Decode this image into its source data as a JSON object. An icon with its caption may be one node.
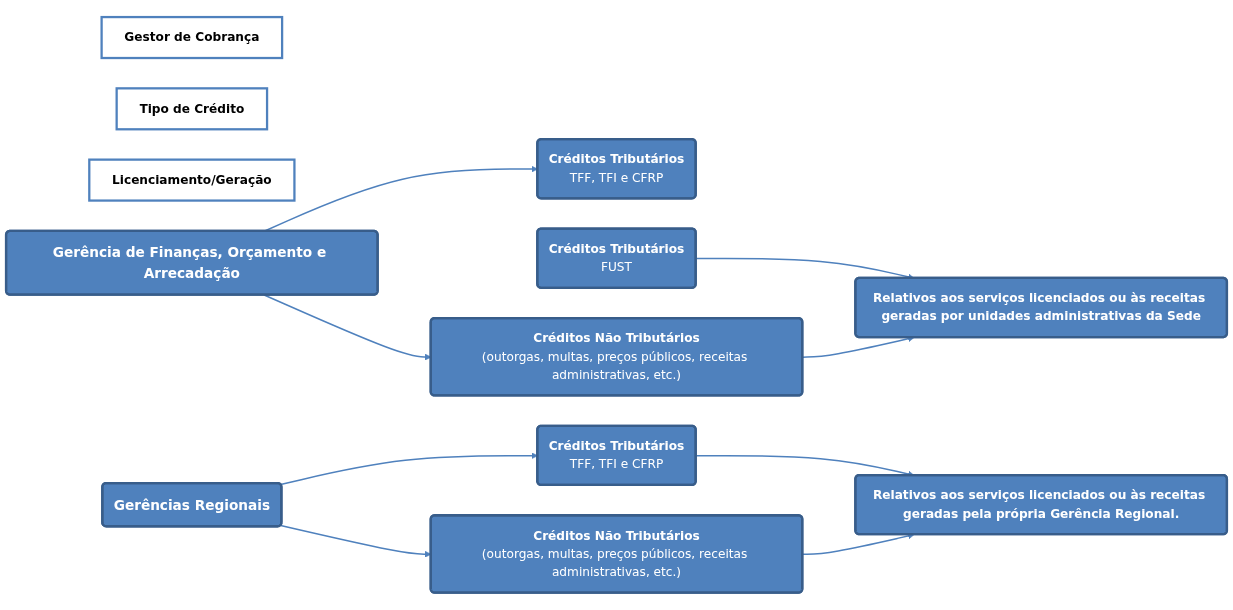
{
  "diagram": {
    "nodes": [
      {
        "text": [
          "Gestor de Cobrança"
        ]
      },
      {
        "text": [
          "Tipo de Crédito"
        ]
      },
      {
        "text": [
          "Licenciamento/Geração"
        ]
      },
      {
        "text": [
          "Gerência de Finanças, Orçamento e Arrecadação"
        ]
      },
      {
        "text": [
          "Créditos Tributários",
          "TFF, TFI e CFRP"
        ]
      },
      {
        "text": [
          "Créditos Tributários",
          "FUST"
        ]
      },
      {
        "text": [
          "Créditos Não Tributários",
          "(outorgas, multas, preços públicos, receitas administrativas, etc.)"
        ]
      },
      {
        "text": [
          "Relativos aos serviços licenciados ou às receitas geradas por unidades administrativas da Sede"
        ]
      },
      {
        "text": [
          "Gerências Regionais"
        ]
      },
      {
        "text": [
          "Créditos Tributários",
          "TFF, TFI e CFRP"
        ]
      },
      {
        "text": [
          "Créditos Não Tributários",
          "(outorgas, multas, preços públicos, receitas administrativas, etc.)"
        ]
      },
      {
        "text": [
          "Relativos aos serviços licenciados ou às receitas geradas pela própria Gerência Regional."
        ]
      }
    ],
    "edges": [
      {
        "from": 3,
        "to": 4,
        "arrow": "to"
      },
      {
        "from": 3,
        "to": 6,
        "arrow": "to"
      },
      {
        "from": 5,
        "to": 7,
        "arrow": "to"
      },
      {
        "from": 6,
        "to": 7,
        "arrow": "to"
      },
      {
        "from": 8,
        "to": 9,
        "arrow": "to"
      },
      {
        "from": 8,
        "to": 10,
        "arrow": "to"
      },
      {
        "from": 9,
        "to": 11,
        "arrow": "to"
      },
      {
        "from": 10,
        "to": 11,
        "arrow": "to"
      }
    ]
  }
}
